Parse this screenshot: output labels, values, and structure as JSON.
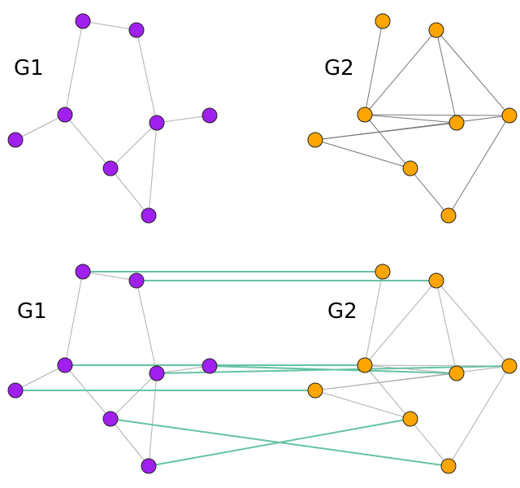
{
  "diagram": {
    "labels": {
      "g1": "G1",
      "g2": "G2"
    },
    "colors": {
      "g1_node": "#a020f0",
      "g2_node": "#ffa500",
      "match_edge": "#66c2a5"
    },
    "g1": {
      "nodes": [
        "a",
        "b",
        "c",
        "d",
        "e",
        "f",
        "g",
        "h"
      ],
      "edges": [
        [
          "a",
          "b"
        ],
        [
          "a",
          "c"
        ],
        [
          "b",
          "e"
        ],
        [
          "c",
          "d"
        ],
        [
          "c",
          "g"
        ],
        [
          "e",
          "g"
        ],
        [
          "e",
          "f"
        ],
        [
          "e",
          "h"
        ],
        [
          "g",
          "h"
        ]
      ]
    },
    "g2": {
      "nodes": [
        "p",
        "q",
        "r",
        "s",
        "t",
        "u",
        "v",
        "w"
      ],
      "edges": [
        [
          "p",
          "r"
        ],
        [
          "q",
          "r"
        ],
        [
          "q",
          "t"
        ],
        [
          "q",
          "u"
        ],
        [
          "r",
          "t"
        ],
        [
          "r",
          "u"
        ],
        [
          "r",
          "w"
        ],
        [
          "s",
          "t"
        ],
        [
          "s",
          "u"
        ],
        [
          "s",
          "v"
        ],
        [
          "u",
          "w"
        ]
      ]
    },
    "matching": [
      [
        "a",
        "p"
      ],
      [
        "b",
        "q"
      ],
      [
        "c",
        "r"
      ],
      [
        "f",
        "t"
      ],
      [
        "e",
        "u"
      ],
      [
        "d",
        "s"
      ],
      [
        "g",
        "w"
      ],
      [
        "h",
        "v"
      ]
    ]
  }
}
